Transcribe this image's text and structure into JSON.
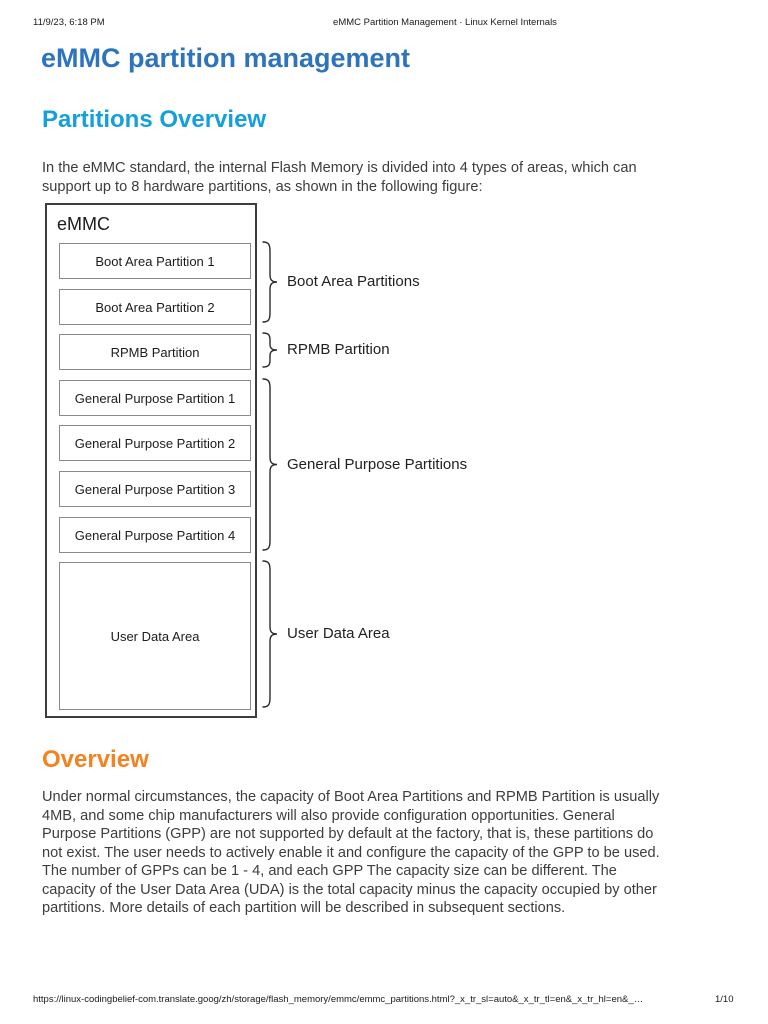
{
  "print_header": {
    "date": "11/9/23, 6:18 PM",
    "doc_title": "eMMC Partition Management · Linux Kernel Internals"
  },
  "page_title": "eMMC partition management",
  "sections": {
    "partitions_overview_heading": "Partitions Overview",
    "overview_heading": "Overview"
  },
  "intro_paragraph": {
    "lines": [
      "In the eMMC standard, the internal Flash Memory is divided into 4 types of areas, which can",
      "support up to 8 hardware partitions, as shown in the following figure:"
    ]
  },
  "diagram": {
    "title": "eMMC",
    "boxes": [
      {
        "label": "Boot Area Partition 1"
      },
      {
        "label": "Boot Area Partition 2"
      },
      {
        "label": "RPMB Partition"
      },
      {
        "label": "General Purpose Partition 1"
      },
      {
        "label": "General Purpose Partition 2"
      },
      {
        "label": "General Purpose Partition 3"
      },
      {
        "label": "General Purpose Partition 4"
      },
      {
        "label": "User Data Area"
      }
    ],
    "groups": [
      {
        "label": "Boot Area Partitions"
      },
      {
        "label": "RPMB Partition"
      },
      {
        "label": "General Purpose Partitions"
      },
      {
        "label": "User Data Area"
      }
    ]
  },
  "overview_paragraph": {
    "lines": [
      "Under normal circumstances, the capacity of Boot Area Partitions and RPMB Partition is usually",
      "4MB, and some chip manufacturers will also provide configuration opportunities. General",
      "Purpose Partitions (GPP) are not supported by default at the factory, that is, these partitions do",
      "not exist. The user needs to actively enable it and configure the capacity of the GPP to be used.",
      "The number of GPPs can be 1 - 4, and each GPP The capacity size can be different. The",
      "capacity of the User Data Area (UDA) is the total capacity minus the capacity occupied by other",
      "partitions. More details of each partition will be described in subsequent sections."
    ]
  },
  "print_footer": {
    "url": "https://linux-codingbelief-com.translate.goog/zh/storage/flash_memory/emmc/emmc_partitions.html?_x_tr_sl=auto&_x_tr_tl=en&_x_tr_hl=en&_…",
    "page_indicator": "1/10"
  },
  "colors": {
    "title_blue": "#2e74bd",
    "section_blue": "#14a0db",
    "section_orange": "#f58220",
    "body_text": "#3d3d3d",
    "outer_box_border": "#3d3d3d",
    "inner_box_border": "#8a8a8a"
  }
}
